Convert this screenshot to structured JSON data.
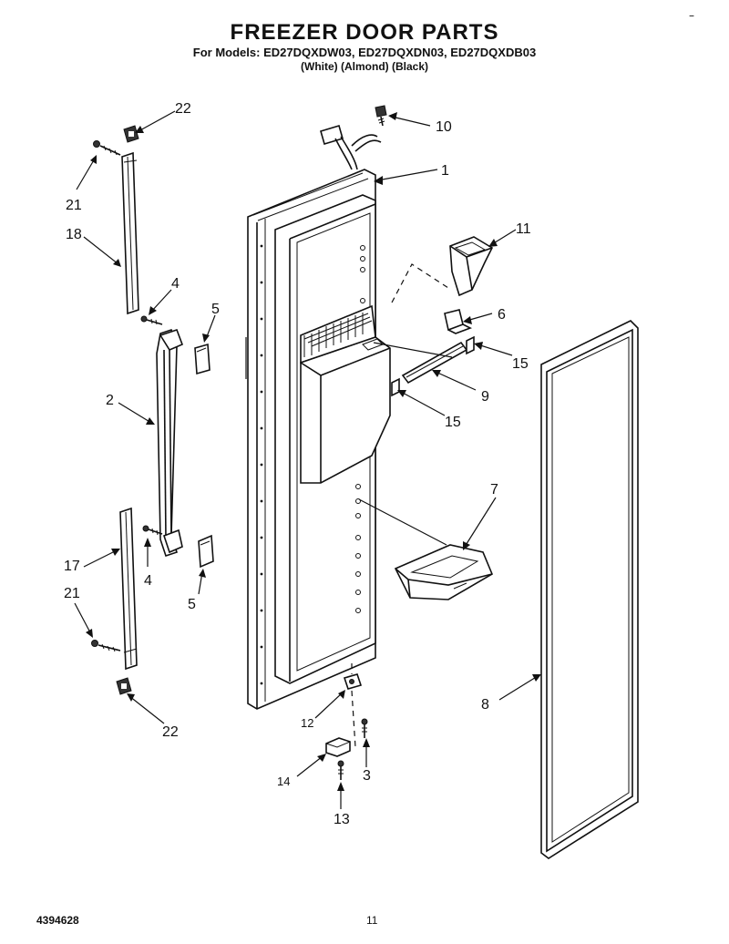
{
  "header": {
    "title": "FREEZER DOOR PARTS",
    "models": "For Models: ED27DQXDW03, ED27DQXDN03, ED27DQXDB03",
    "colors": "(White)        (Almond)    (Black)"
  },
  "footer": {
    "doc_number": "4394628",
    "page_number": "11"
  },
  "corner_mark": "–",
  "callouts": {
    "c1": "1",
    "c2": "2",
    "c3": "3",
    "c4a": "4",
    "c4b": "4",
    "c5a": "5",
    "c5b": "5",
    "c6": "6",
    "c7": "7",
    "c8": "8",
    "c9": "9",
    "c10": "10",
    "c11": "11",
    "c12": "12",
    "c13": "13",
    "c14": "14",
    "c15a": "15",
    "c15b": "15",
    "c17": "17",
    "c18": "18",
    "c21a": "21",
    "c21b": "21",
    "c22a": "22",
    "c22b": "22"
  }
}
